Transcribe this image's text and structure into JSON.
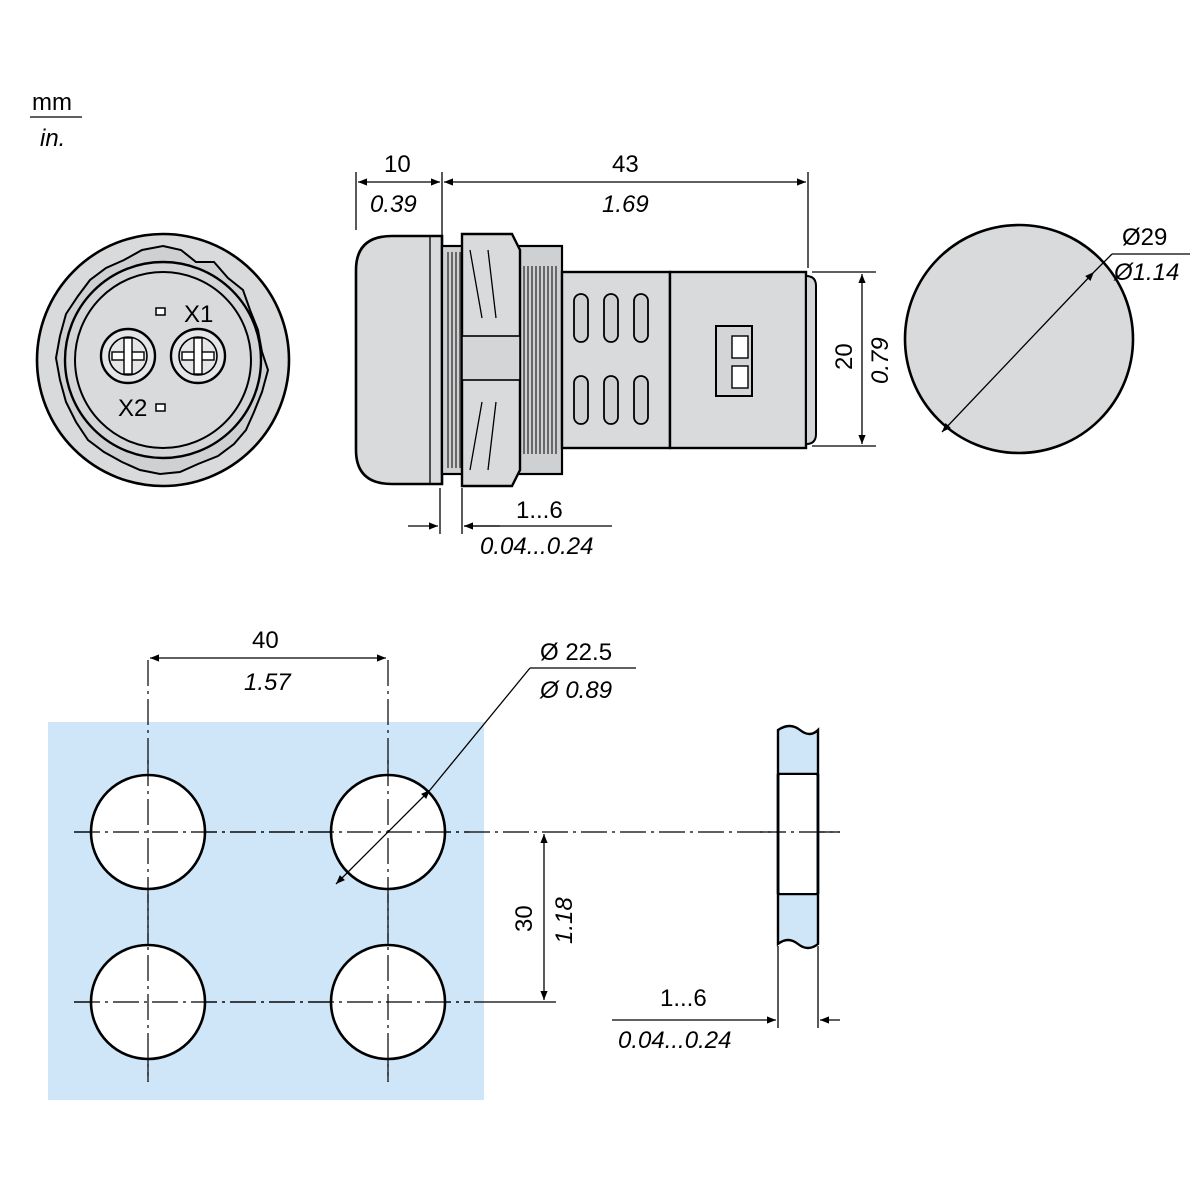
{
  "units": {
    "metric": "mm",
    "imperial": "in."
  },
  "side_view": {
    "bezel_depth": {
      "mm": "10",
      "in": "0.39"
    },
    "body_length": {
      "mm": "43",
      "in": "1.69"
    },
    "body_height": {
      "mm": "20",
      "in": "0.79"
    },
    "panel_thickness": {
      "mm": "1...6",
      "in": "0.04...0.24"
    }
  },
  "rear_view": {
    "terminal_1": "X1",
    "terminal_2": "X2"
  },
  "front_view": {
    "bezel_diameter": {
      "mm": "Ø29",
      "in": "Ø1.14"
    }
  },
  "panel_cutout": {
    "horizontal_spacing": {
      "mm": "40",
      "in": "1.57"
    },
    "vertical_spacing": {
      "mm": "30",
      "in": "1.18"
    },
    "hole_diameter": {
      "mm": "Ø 22.5",
      "in": "Ø 0.89"
    },
    "panel_thickness": {
      "mm": "1...6",
      "in": "0.04...0.24"
    }
  },
  "colors": {
    "part_fill": "#d9dadb",
    "panel_fill": "#cfe6f8",
    "line": "#000000"
  }
}
